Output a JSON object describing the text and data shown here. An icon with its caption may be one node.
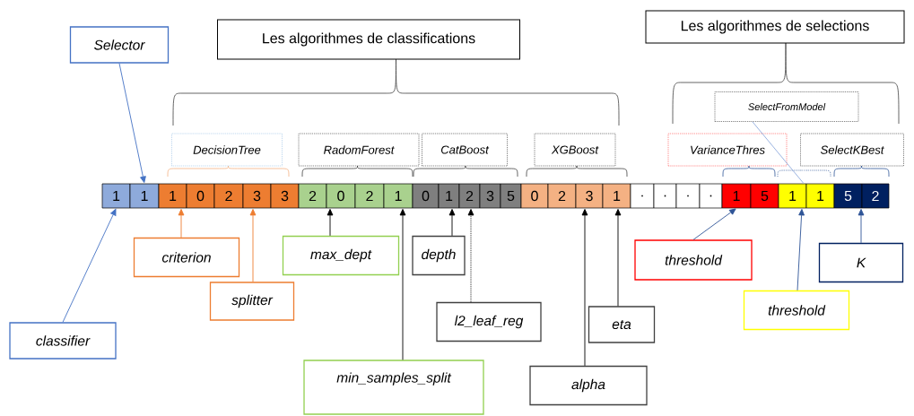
{
  "diagram": {
    "nodes": [
      {
        "text": [
          "1"
        ]
      },
      {
        "text": [
          "1"
        ]
      },
      {
        "text": [
          "1"
        ]
      },
      {
        "text": [
          "0"
        ]
      },
      {
        "text": [
          "2"
        ]
      },
      {
        "text": [
          "3"
        ]
      },
      {
        "text": [
          "3"
        ]
      },
      {
        "text": [
          "2"
        ]
      },
      {
        "text": [
          "0"
        ]
      },
      {
        "text": [
          "2"
        ]
      },
      {
        "text": [
          "1"
        ]
      },
      {
        "text": [
          "0"
        ]
      },
      {
        "text": [
          "1"
        ]
      },
      {
        "text": [
          "2"
        ]
      },
      {
        "text": [
          "3"
        ]
      },
      {
        "text": [
          "5"
        ]
      },
      {
        "text": [
          "0"
        ]
      },
      {
        "text": [
          "2"
        ]
      },
      {
        "text": [
          "3"
        ]
      },
      {
        "text": [
          "1"
        ]
      },
      {
        "text": [
          "."
        ]
      },
      {
        "text": [
          "."
        ]
      },
      {
        "text": [
          "."
        ]
      },
      {
        "text": [
          "."
        ]
      },
      {
        "text": [
          "1"
        ]
      },
      {
        "text": [
          "5"
        ]
      },
      {
        "text": [
          "1"
        ]
      },
      {
        "text": [
          "1"
        ]
      },
      {
        "text": [
          "5"
        ]
      },
      {
        "text": [
          "2"
        ]
      },
      {
        "text": [
          "Les algorithmes de classifications"
        ]
      },
      {
        "text": [
          "Les algorithmes de selections"
        ]
      },
      {
        "text": [
          "DecisionTree"
        ]
      },
      {
        "text": [
          "RadomForest"
        ]
      },
      {
        "text": [
          "CatBoost"
        ]
      },
      {
        "text": [
          "XGBoost"
        ]
      },
      {
        "text": [
          "SelectFromModel"
        ]
      },
      {
        "text": [
          "VarianceThres"
        ]
      },
      {
        "text": [
          "SelectKBest"
        ]
      },
      {
        "text": [
          "Selector"
        ]
      },
      {
        "text": [
          "classifier"
        ]
      },
      {
        "text": [
          "criterion"
        ]
      },
      {
        "text": [
          "splitter"
        ]
      },
      {
        "text": [
          "max_dept"
        ]
      },
      {
        "text": [
          "min_samples_split"
        ]
      },
      {
        "text": [
          "depth"
        ]
      },
      {
        "text": [
          "l2_leaf_reg"
        ]
      },
      {
        "text": [
          "alpha"
        ]
      },
      {
        "text": [
          "eta"
        ]
      },
      {
        "text": [
          "threshold"
        ]
      },
      {
        "text": [
          "threshold"
        ]
      },
      {
        "text": [
          "K"
        ]
      }
    ],
    "edges": [
      {
        "from": 39,
        "to": 1,
        "arrow": "to",
        "color": "#4472c4"
      },
      {
        "from": 40,
        "to": 0,
        "arrow": "to",
        "color": "#4472c4"
      },
      {
        "from": 41,
        "to": 2,
        "arrow": "to",
        "color": "#ed7d31"
      },
      {
        "from": 42,
        "to": 5,
        "arrow": "to",
        "color": "#ed7d31"
      },
      {
        "from": 43,
        "to": 8,
        "arrow": "to"
      },
      {
        "from": 44,
        "to": 10,
        "arrow": "to"
      },
      {
        "from": 45,
        "to": 12,
        "arrow": "to"
      },
      {
        "from": 46,
        "to": 13,
        "arrow": "to",
        "style": "dashed"
      },
      {
        "from": 47,
        "to": 18,
        "arrow": "to"
      },
      {
        "from": 48,
        "to": 19,
        "arrow": "to"
      },
      {
        "from": 49,
        "to": 24,
        "arrow": "to",
        "color": "#2f5597"
      },
      {
        "from": 50,
        "to": 26,
        "arrow": "to",
        "color": "#2f5597"
      },
      {
        "from": 51,
        "to": 28,
        "arrow": "to",
        "color": "#2f5597"
      },
      {
        "from": 36,
        "to": 26,
        "arrow": "none",
        "color": "#8faadc"
      }
    ]
  }
}
